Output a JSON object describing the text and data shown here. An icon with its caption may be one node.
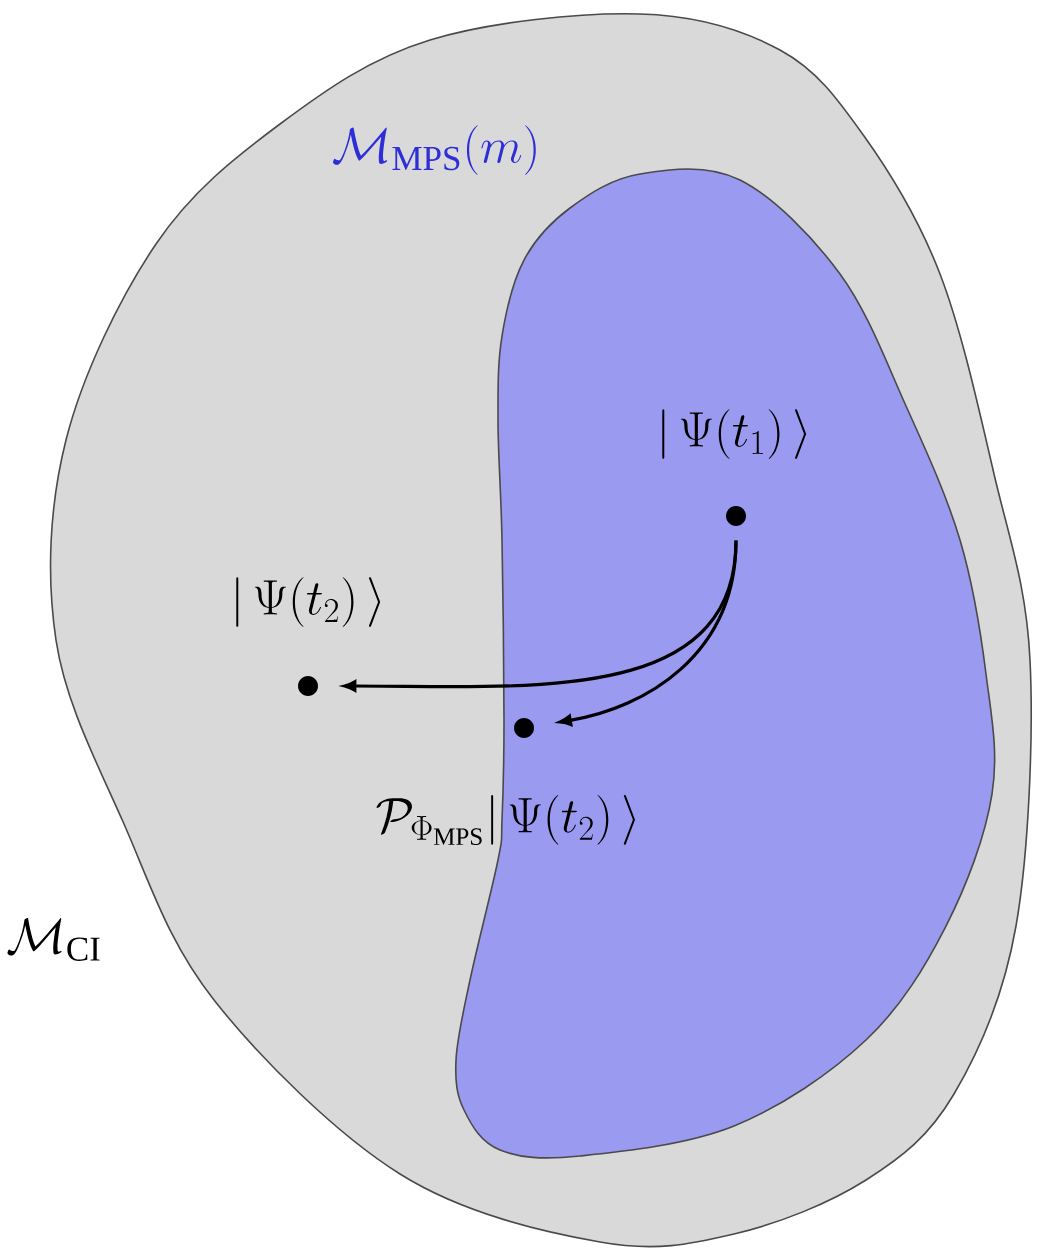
{
  "diagram": {
    "nodes": [
      {
        "text": [
          "\\mathcal{M}_{\\mathrm{CI}}"
        ]
      },
      {
        "text": [
          "\\mathcal{M}_{\\mathrm{MPS}}(m)"
        ],
        "in": 0
      },
      {
        "text": [],
        "shape": "circle",
        "in": 1,
        "beside": [
          "\\vert\\, \\Psi(t_1)\\, \\rangle"
        ]
      },
      {
        "text": [],
        "shape": "circle",
        "in": 0,
        "beside": [
          "\\vert\\, \\Psi(t_2)\\, \\rangle"
        ]
      },
      {
        "text": [],
        "shape": "circle",
        "in": 1,
        "beside": [
          "\\mathcal{P}_{\\Phi_{\\mathrm{MPS}}}\\vert\\, \\Psi(t_2)\\, \\rangle"
        ]
      }
    ],
    "edges": [
      {
        "from": 2,
        "to": 3,
        "arrow": "to"
      },
      {
        "from": 2,
        "to": 4,
        "arrow": "to"
      }
    ]
  }
}
